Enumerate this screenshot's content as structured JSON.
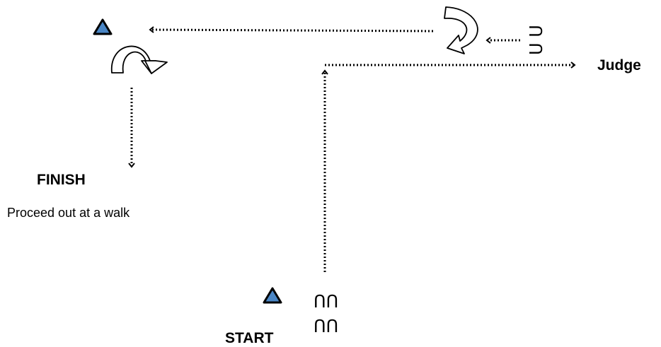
{
  "labels": {
    "judge": "Judge",
    "finish": "FINISH",
    "finish_note": "Proceed out at a walk",
    "start": "START"
  },
  "glyphs": {
    "hoof_front": "ᑎᑎ",
    "hoof_back": "ᑎᑎ",
    "hoof_rotated": "ᑌ ᑌ"
  },
  "colors": {
    "cone_fill": "#4a86c5",
    "cone_outline": "#000000",
    "path_stroke": "#000000"
  }
}
